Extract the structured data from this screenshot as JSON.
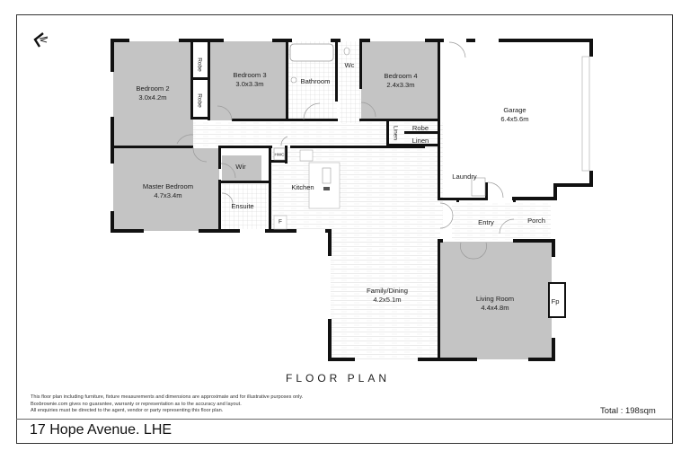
{
  "plan": {
    "title": "FLOOR PLAN",
    "address": "17 Hope Avenue. LHE",
    "total": "Total : 198sqm",
    "disclaimer": [
      "This floor plan including furniture, fixture measurements and dimensions are approximate and for illustrative purposes only.",
      "Boxbrownie.com gives no guarantee, warranty or representation as to the accuracy and layout.",
      "All enquiries must be directed to the agent, vendor or party representing this floor plan."
    ],
    "compass_icon": "north-arrow-icon"
  },
  "rooms": {
    "bedroom2": {
      "name": "Bedroom 2",
      "size": "3.0x4.2m"
    },
    "bedroom3": {
      "name": "Bedroom 3",
      "size": "3.0x3.3m"
    },
    "bedroom4": {
      "name": "Bedroom 4",
      "size": "2.4x3.3m"
    },
    "master": {
      "name": "Master Bedroom",
      "size": "4.7x3.4m"
    },
    "garage": {
      "name": "Garage",
      "size": "6.4x5.6m"
    },
    "family": {
      "name": "Family/Dining",
      "size": "4.2x5.1m"
    },
    "living": {
      "name": "Living Room",
      "size": "4.4x4.8m"
    },
    "bathroom": {
      "name": "Bathroom"
    },
    "wc": {
      "name": "Wc"
    },
    "robe1": {
      "name": "Robe"
    },
    "robe2": {
      "name": "Robe"
    },
    "robe3": {
      "name": "Robe"
    },
    "linen1": {
      "name": "Linen"
    },
    "linen2": {
      "name": "Linen"
    },
    "wir": {
      "name": "Wir"
    },
    "ensuite": {
      "name": "Ensuite"
    },
    "kitchen": {
      "name": "Kitchen"
    },
    "hwc": {
      "name": "HWC"
    },
    "fridge": {
      "name": "F"
    },
    "laundry": {
      "name": "Laundry"
    },
    "entry": {
      "name": "Entry"
    },
    "porch": {
      "name": "Porch"
    },
    "fireplace": {
      "name": "Fp"
    }
  },
  "colors": {
    "wall": "#111111",
    "room_fill_grey": "#c4c4c4",
    "floor_lines": "#d8d8d8",
    "tile": "#d0d0d0",
    "frame": "#333333"
  }
}
